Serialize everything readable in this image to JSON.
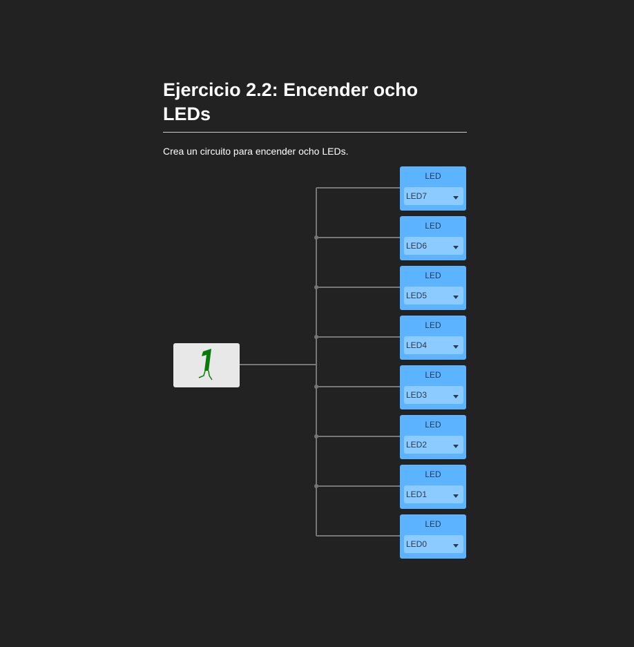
{
  "exercise": {
    "title": "Ejercicio 2.2: Encender ocho LEDs",
    "description": "Crea un circuito para encender ocho LEDs."
  },
  "constant_block": {
    "value_glyph": "1",
    "icon": "constant-one-walking-digit-icon",
    "color": "#0a7a0a"
  },
  "led_blocks": [
    {
      "title": "LED",
      "selected": "LED7"
    },
    {
      "title": "LED",
      "selected": "LED6"
    },
    {
      "title": "LED",
      "selected": "LED5"
    },
    {
      "title": "LED",
      "selected": "LED4"
    },
    {
      "title": "LED",
      "selected": "LED3"
    },
    {
      "title": "LED",
      "selected": "LED2"
    },
    {
      "title": "LED",
      "selected": "LED1"
    },
    {
      "title": "LED",
      "selected": "LED0"
    }
  ],
  "colors": {
    "background": "#222222",
    "led_block": "#5cb3ff",
    "led_select": "#8ccbff",
    "wire": "#777777",
    "constant_block": "#e8e8e8"
  }
}
